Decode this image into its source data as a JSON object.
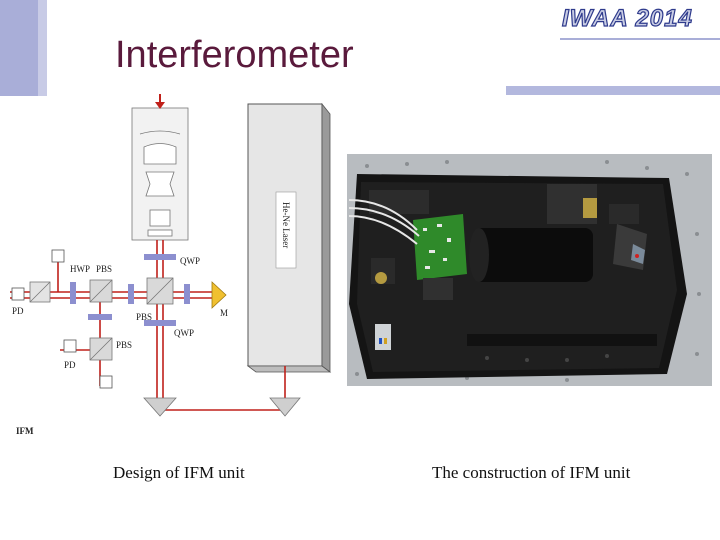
{
  "slide": {
    "title": "Interferometer",
    "logo_text": "IWAA 2014",
    "accent_color": "#5a1a3c",
    "bar_color": "#a9aed8"
  },
  "diagram": {
    "laser_label": "He-Ne Laser",
    "labels": {
      "hwp": "HWP",
      "pbs1": "PBS",
      "qwp1": "QWP",
      "pbs2": "PBS",
      "qwp2": "QWP",
      "pbs3": "PBS",
      "pd1": "PD",
      "pd2": "PD",
      "mirror": "M"
    },
    "unit_label": "IFM"
  },
  "captions": {
    "left": "Design of IFM unit",
    "right": "The construction of IFM unit"
  }
}
